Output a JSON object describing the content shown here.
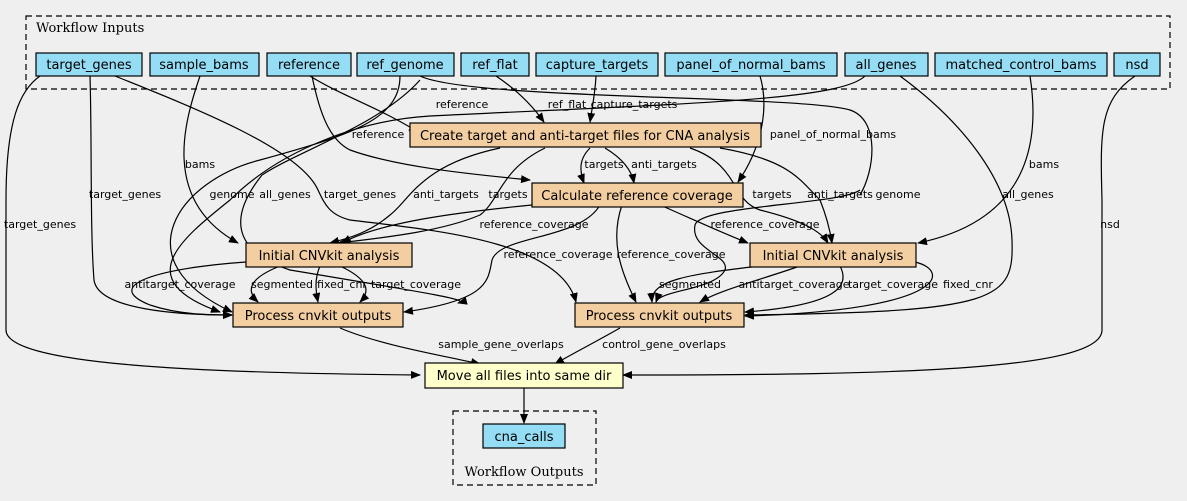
{
  "inputs_label": "Workflow Inputs",
  "outputs_label": "Workflow Outputs",
  "colors": {
    "input_fill": "#94ddf4",
    "step_fill": "#f3cea1",
    "final_fill": "#ffffcc",
    "background": "#efefef"
  },
  "inputs": {
    "target_genes": "target_genes",
    "sample_bams": "sample_bams",
    "reference": "reference",
    "ref_genome": "ref_genome",
    "ref_flat": "ref_flat",
    "capture_targets": "capture_targets",
    "panel_of_normal_bams": "panel_of_normal_bams",
    "all_genes": "all_genes",
    "matched_control_bams": "matched_control_bams",
    "nsd": "nsd"
  },
  "steps": {
    "create_targets": "Create target and anti-target files for CNA analysis",
    "calc_coverage": "Calculate reference coverage",
    "cnvkit_left": "Initial CNVkit analysis",
    "cnvkit_right": "Initial CNVkit analysis",
    "process_left": "Process cnvkit outputs",
    "process_right": "Process cnvkit outputs",
    "move_files": "Move all files into same dir"
  },
  "outputs": {
    "cna_calls": "cna_calls"
  },
  "edge_labels": {
    "reference_a": "reference",
    "ref_flat": "ref_flat",
    "capture_targets": "capture_targets",
    "reference_b": "reference",
    "panel_of_normal_bams": "panel_of_normal_bams",
    "bams_left": "bams",
    "target_genes_a": "target_genes",
    "target_genes_b": "target_genes",
    "genome_left": "genome",
    "all_genes_left": "all_genes",
    "target_genes_c": "target_genes",
    "anti_targets_left": "anti_targets",
    "targets_left": "targets",
    "targets_mid": "targets",
    "anti_targets_mid": "anti_targets",
    "targets_right": "targets",
    "anti_targets_right": "anti_targets",
    "genome_right": "genome",
    "bams_right": "bams",
    "all_genes_right": "all_genes",
    "nsd": "nsd",
    "reference_coverage_left": "reference_coverage",
    "reference_coverage_right": "reference_coverage",
    "reference_coverage_pl": "reference_coverage",
    "reference_coverage_pr": "reference_coverage",
    "antitarget_coverage_l": "antitarget_coverage",
    "segmented_l": "segmented",
    "fixed_cnr_l": "fixed_cnr",
    "target_coverage_l": "target_coverage",
    "segmented_r": "segmented",
    "antitarget_coverage_r": "antitarget_coverage",
    "target_coverage_r": "target_coverage",
    "fixed_cnr_r": "fixed_cnr",
    "sample_gene_overlaps": "sample_gene_overlaps",
    "control_gene_overlaps": "control_gene_overlaps"
  }
}
